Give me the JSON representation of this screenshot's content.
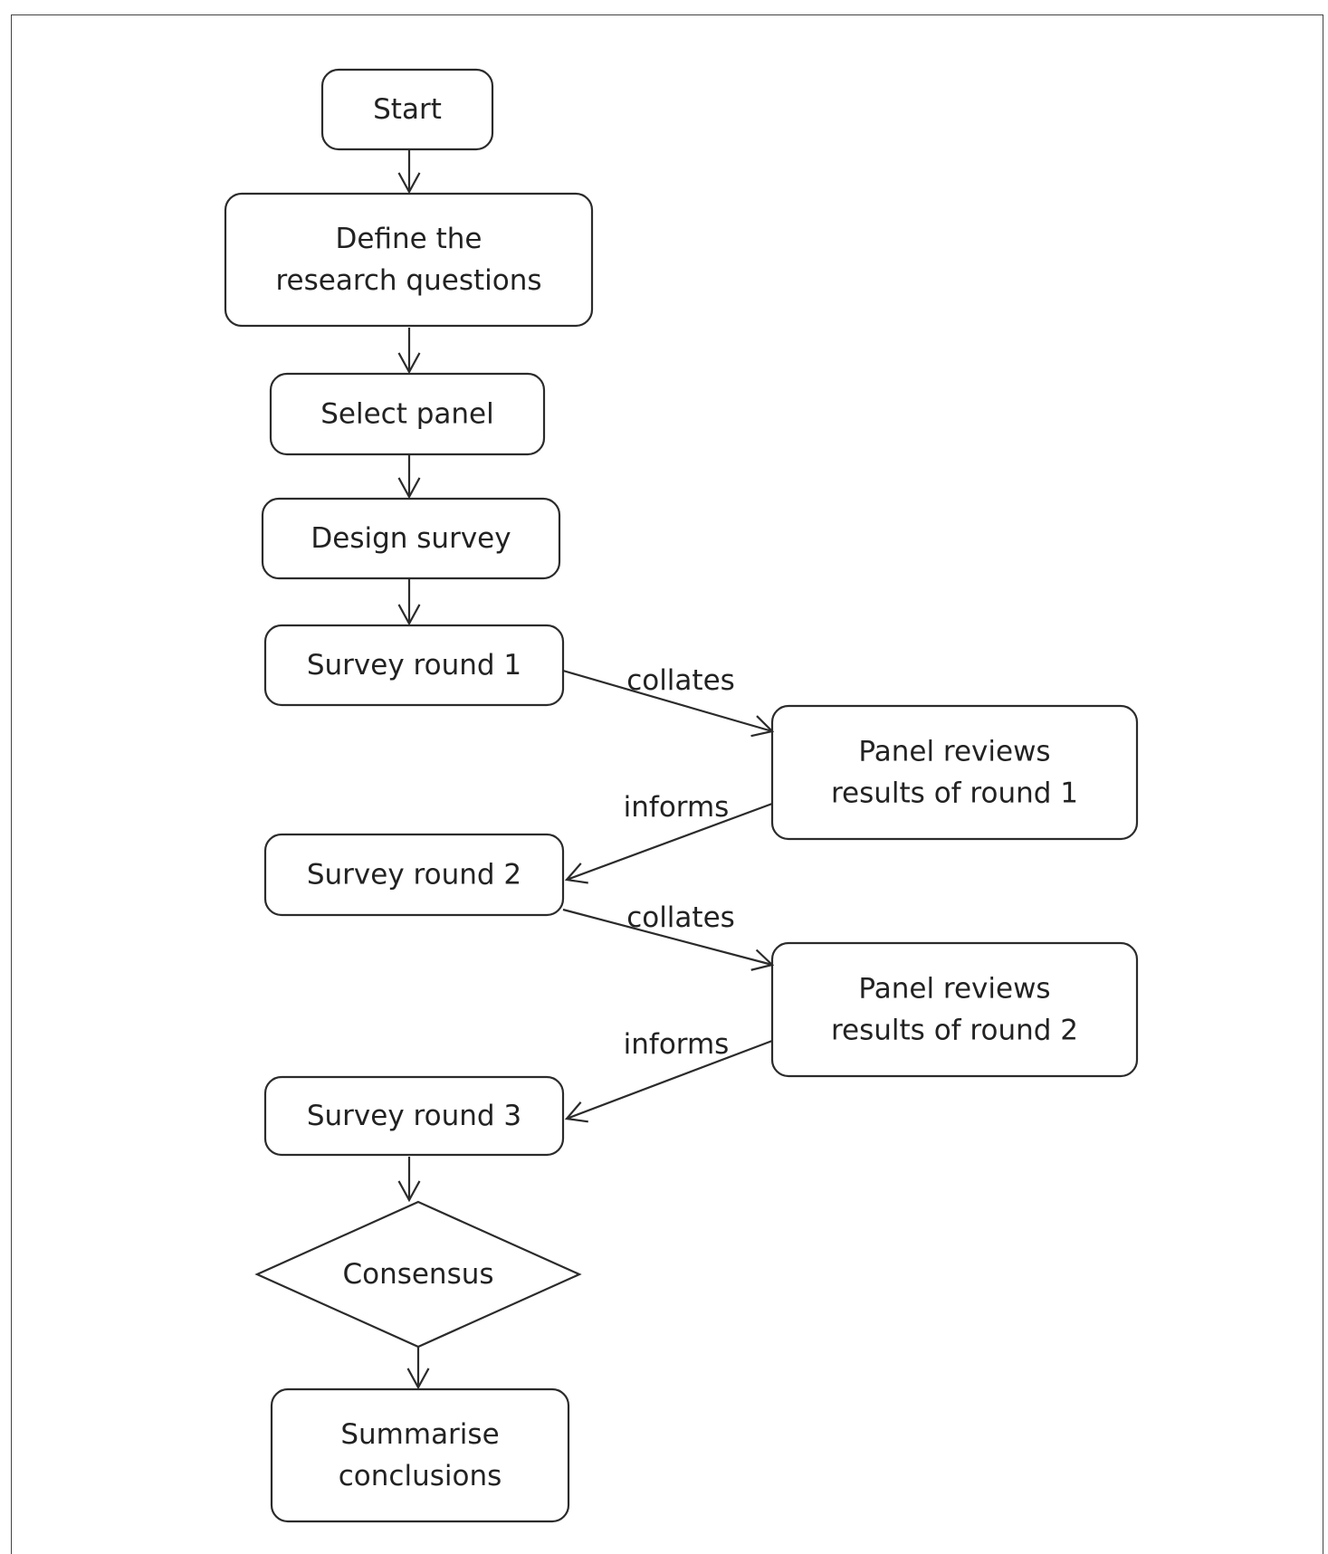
{
  "flowchart": {
    "nodes": [
      {
        "id": "start",
        "shape": "rounded-box",
        "lines": [
          "Start"
        ]
      },
      {
        "id": "define",
        "shape": "rounded-box",
        "lines": [
          "Define the",
          "research questions"
        ]
      },
      {
        "id": "select",
        "shape": "rounded-box",
        "lines": [
          "Select panel"
        ]
      },
      {
        "id": "design",
        "shape": "rounded-box",
        "lines": [
          "Design survey"
        ]
      },
      {
        "id": "round1",
        "shape": "rounded-box",
        "lines": [
          "Survey round 1"
        ]
      },
      {
        "id": "review1",
        "shape": "rounded-box",
        "lines": [
          "Panel reviews",
          "results of round 1"
        ]
      },
      {
        "id": "round2",
        "shape": "rounded-box",
        "lines": [
          "Survey round 2"
        ]
      },
      {
        "id": "review2",
        "shape": "rounded-box",
        "lines": [
          "Panel reviews",
          "results of round 2"
        ]
      },
      {
        "id": "round3",
        "shape": "rounded-box",
        "lines": [
          "Survey round 3"
        ]
      },
      {
        "id": "consensus",
        "shape": "diamond",
        "lines": [
          "Consensus"
        ]
      },
      {
        "id": "summarise",
        "shape": "rounded-box",
        "lines": [
          "Summarise",
          "conclusions"
        ]
      }
    ],
    "edges": [
      {
        "from": "start",
        "to": "define",
        "label": ""
      },
      {
        "from": "define",
        "to": "select",
        "label": ""
      },
      {
        "from": "select",
        "to": "design",
        "label": ""
      },
      {
        "from": "design",
        "to": "round1",
        "label": ""
      },
      {
        "from": "round1",
        "to": "review1",
        "label": "collates"
      },
      {
        "from": "review1",
        "to": "round2",
        "label": "informs"
      },
      {
        "from": "round2",
        "to": "review2",
        "label": "collates"
      },
      {
        "from": "review2",
        "to": "round3",
        "label": "informs"
      },
      {
        "from": "round3",
        "to": "consensus",
        "label": ""
      },
      {
        "from": "consensus",
        "to": "summarise",
        "label": ""
      }
    ]
  }
}
